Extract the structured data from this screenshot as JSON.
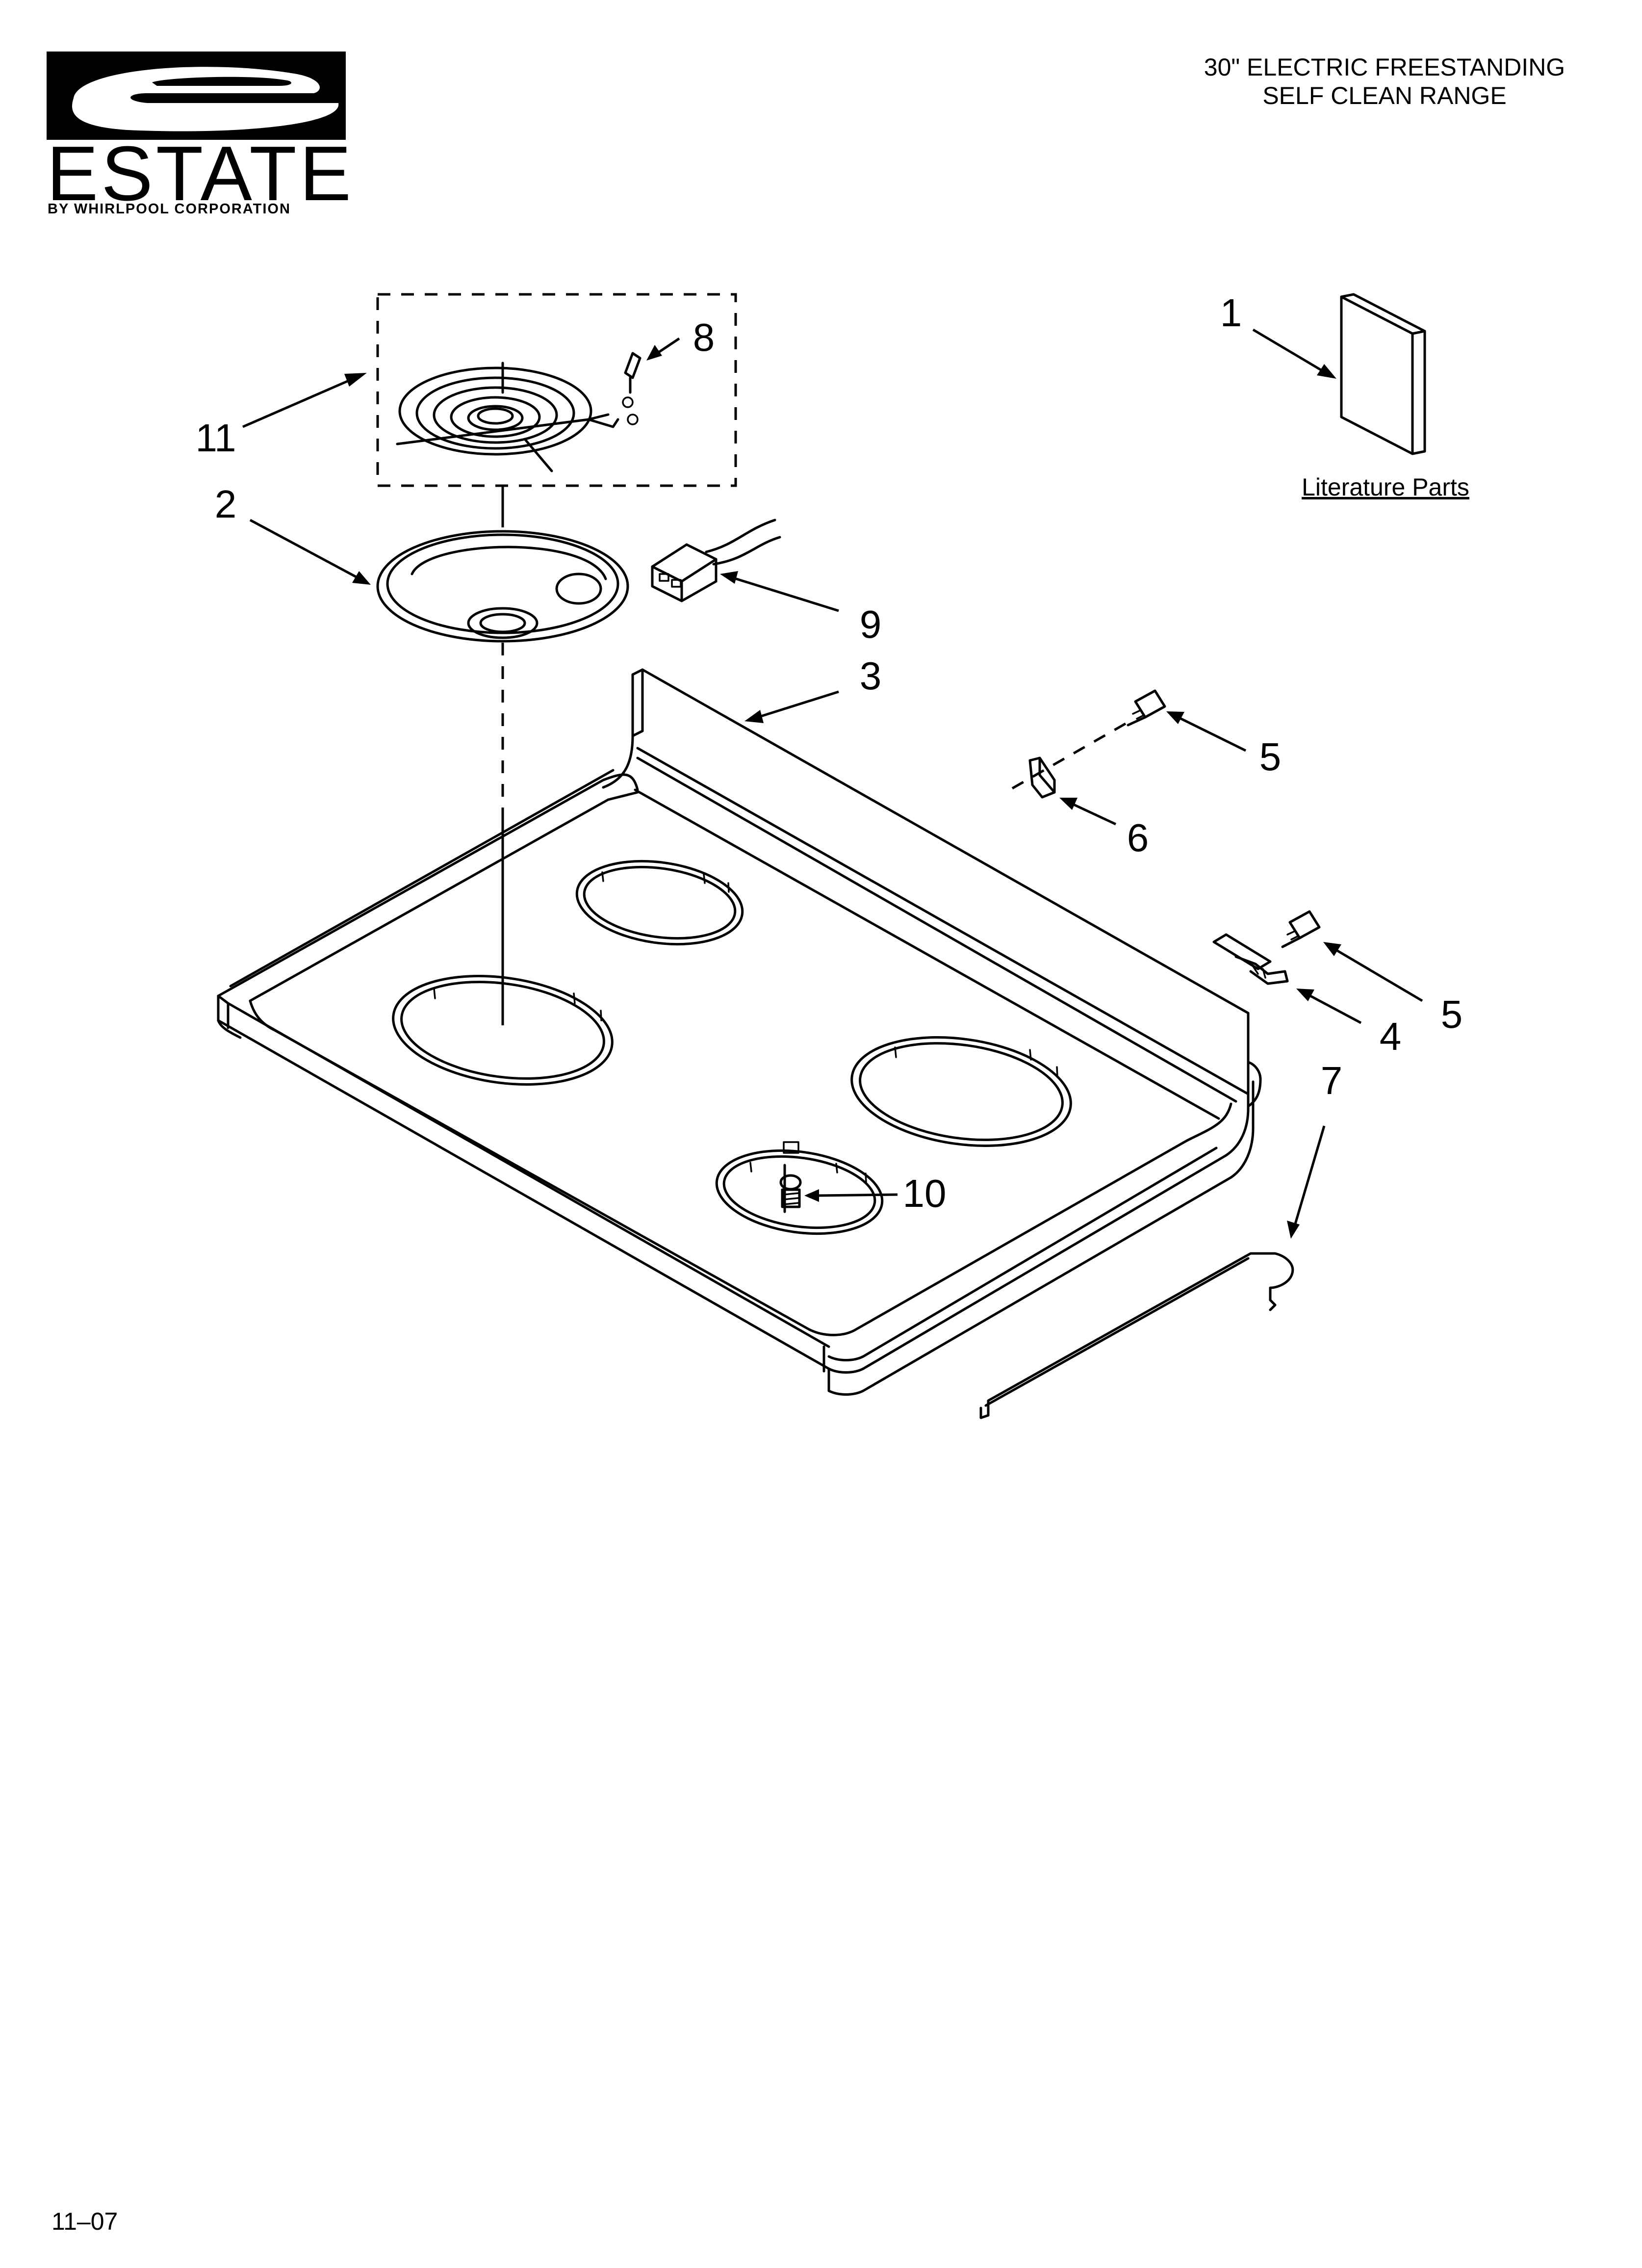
{
  "brand": {
    "name": "ESTATE",
    "subtitle": "BY WHIRLPOOL CORPORATION"
  },
  "header": {
    "line1": "30\" ELECTRIC FREESTANDING",
    "line2": "SELF CLEAN RANGE"
  },
  "literature_label": "Literature Parts",
  "callouts": {
    "c1": "1",
    "c2": "2",
    "c3": "3",
    "c4": "4",
    "c5a": "5",
    "c5b": "5",
    "c6": "6",
    "c7": "7",
    "c8": "8",
    "c9": "9",
    "c10": "10",
    "c11": "11"
  },
  "footer": {
    "date_code": "11–07"
  },
  "colors": {
    "ink": "#000000",
    "paper": "#ffffff"
  }
}
